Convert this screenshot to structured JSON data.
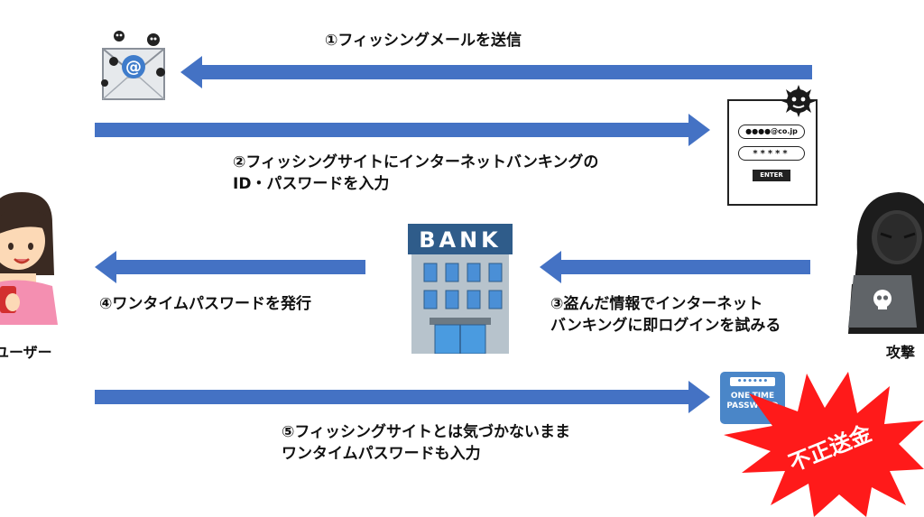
{
  "colors": {
    "arrow": "#4472C4",
    "burst": "#FF1A1A",
    "bank_header": "#2F5C8A",
    "bank_body": "#B7C3CC"
  },
  "icons": [
    "email-virus-icon",
    "phishing-login-page-icon",
    "user-woman-icon",
    "bank-building-icon",
    "hacker-laptop-icon",
    "one-time-password-card-icon",
    "burst-starburst-icon"
  ],
  "steps": {
    "step1": {
      "lines": [
        "①フィッシングメールを送信"
      ]
    },
    "step2": {
      "lines": [
        "②フィッシングサイトにインターネットバンキングの",
        "ID・パスワードを入力"
      ]
    },
    "step3": {
      "lines": [
        "③盗んだ情報でインターネット",
        "バンキングに即ログインを試みる"
      ]
    },
    "step4": {
      "lines": [
        "④ワンタイムパスワードを発行"
      ]
    },
    "step5": {
      "lines": [
        "⑤フィッシングサイトとは気づかないまま",
        "ワンタイムパスワードも入力"
      ]
    }
  },
  "actors": {
    "user_label": "ユーザー",
    "attacker_label": "攻撃"
  },
  "bank_sign": "BANK",
  "login_page": {
    "id_field": "●●●●@co.jp",
    "password_field": "*****",
    "enter_button": "ENTER"
  },
  "otp_card": {
    "dots": "••••••",
    "line1": "ONE-TIME",
    "line2": "PASSWORD"
  },
  "burst_text": "不正送金"
}
